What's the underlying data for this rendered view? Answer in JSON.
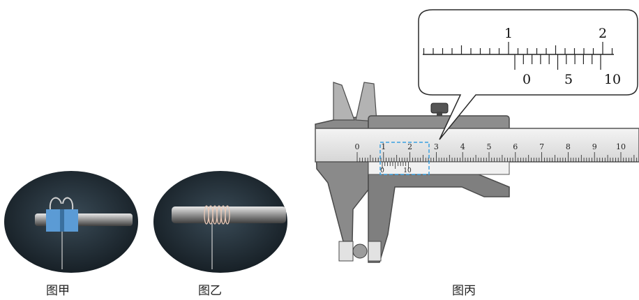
{
  "captions": {
    "photo_a": "图甲",
    "photo_b": "图乙",
    "photo_c": "图丙"
  },
  "main_scale": {
    "labels": [
      "0",
      "1",
      "2",
      "3",
      "4",
      "5",
      "6",
      "7",
      "8",
      "9",
      "10"
    ]
  },
  "vernier_scale": {
    "labels": [
      "0",
      "10"
    ]
  },
  "zoom": {
    "main_labels": [
      "1",
      "2"
    ],
    "vernier_labels": [
      "0",
      "5",
      "10"
    ]
  },
  "colors": {
    "steel": "#8a8a8a",
    "steel_dark": "#5e5e5e",
    "highlight_box": "#3aa0e0",
    "photo_bg": "#1f2a33",
    "clip": "#5b9bd5"
  }
}
